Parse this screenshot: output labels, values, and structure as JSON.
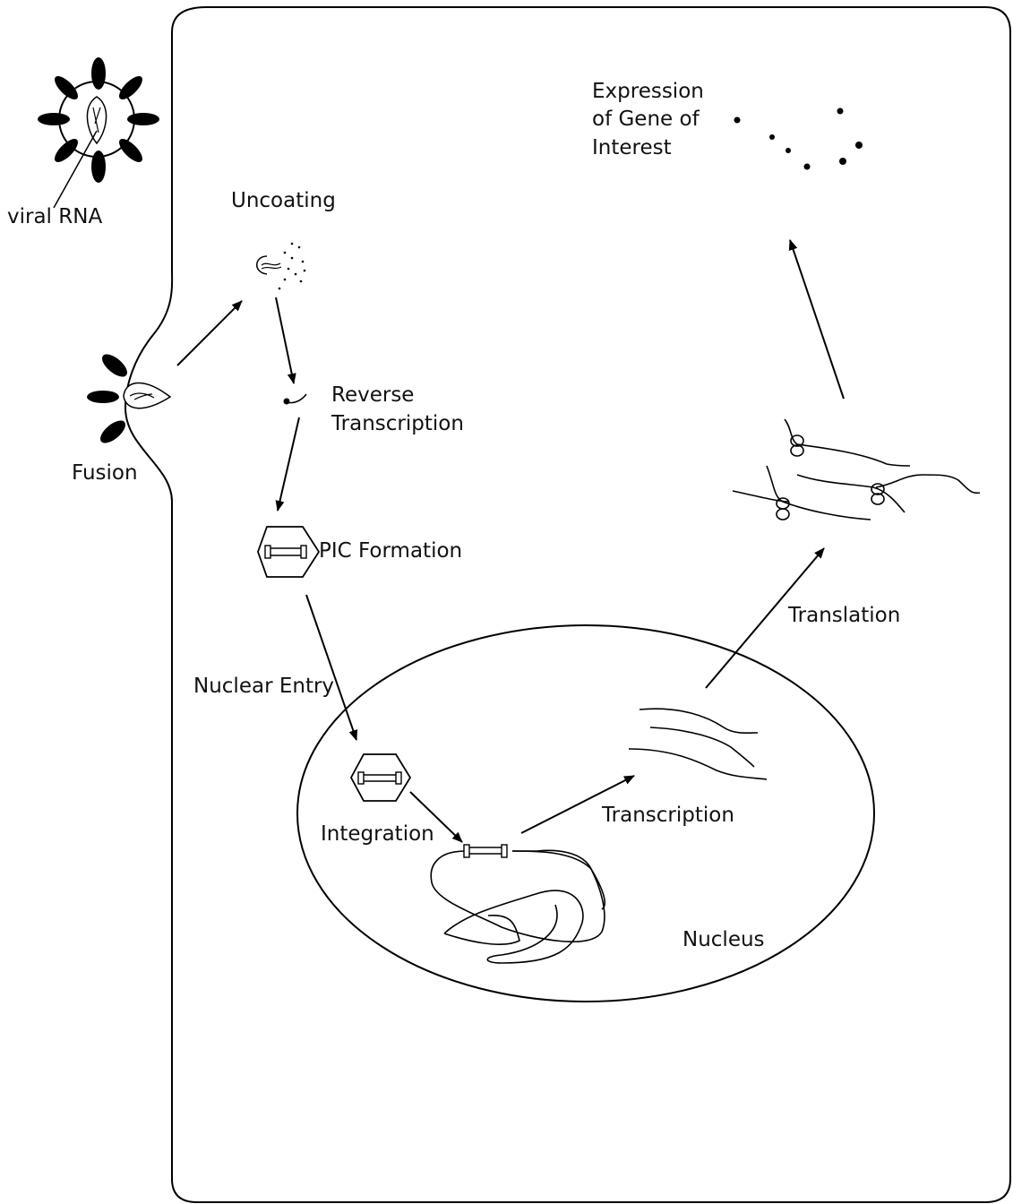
{
  "labels": {
    "viral_rna": "viral RNA",
    "fusion": "Fusion",
    "uncoating": "Uncoating",
    "reverse_transcription_1": "Reverse",
    "reverse_transcription_2": "Transcription",
    "pic_formation": "PIC Formation",
    "nuclear_entry": "Nuclear Entry",
    "integration": "Integration",
    "transcription": "Transcription",
    "translation": "Translation",
    "nucleus": "Nucleus",
    "expression_1": "Expression",
    "expression_2": "of Gene of",
    "expression_3": "Interest"
  },
  "colors": {
    "stroke": "#000000",
    "background": "#ffffff"
  }
}
